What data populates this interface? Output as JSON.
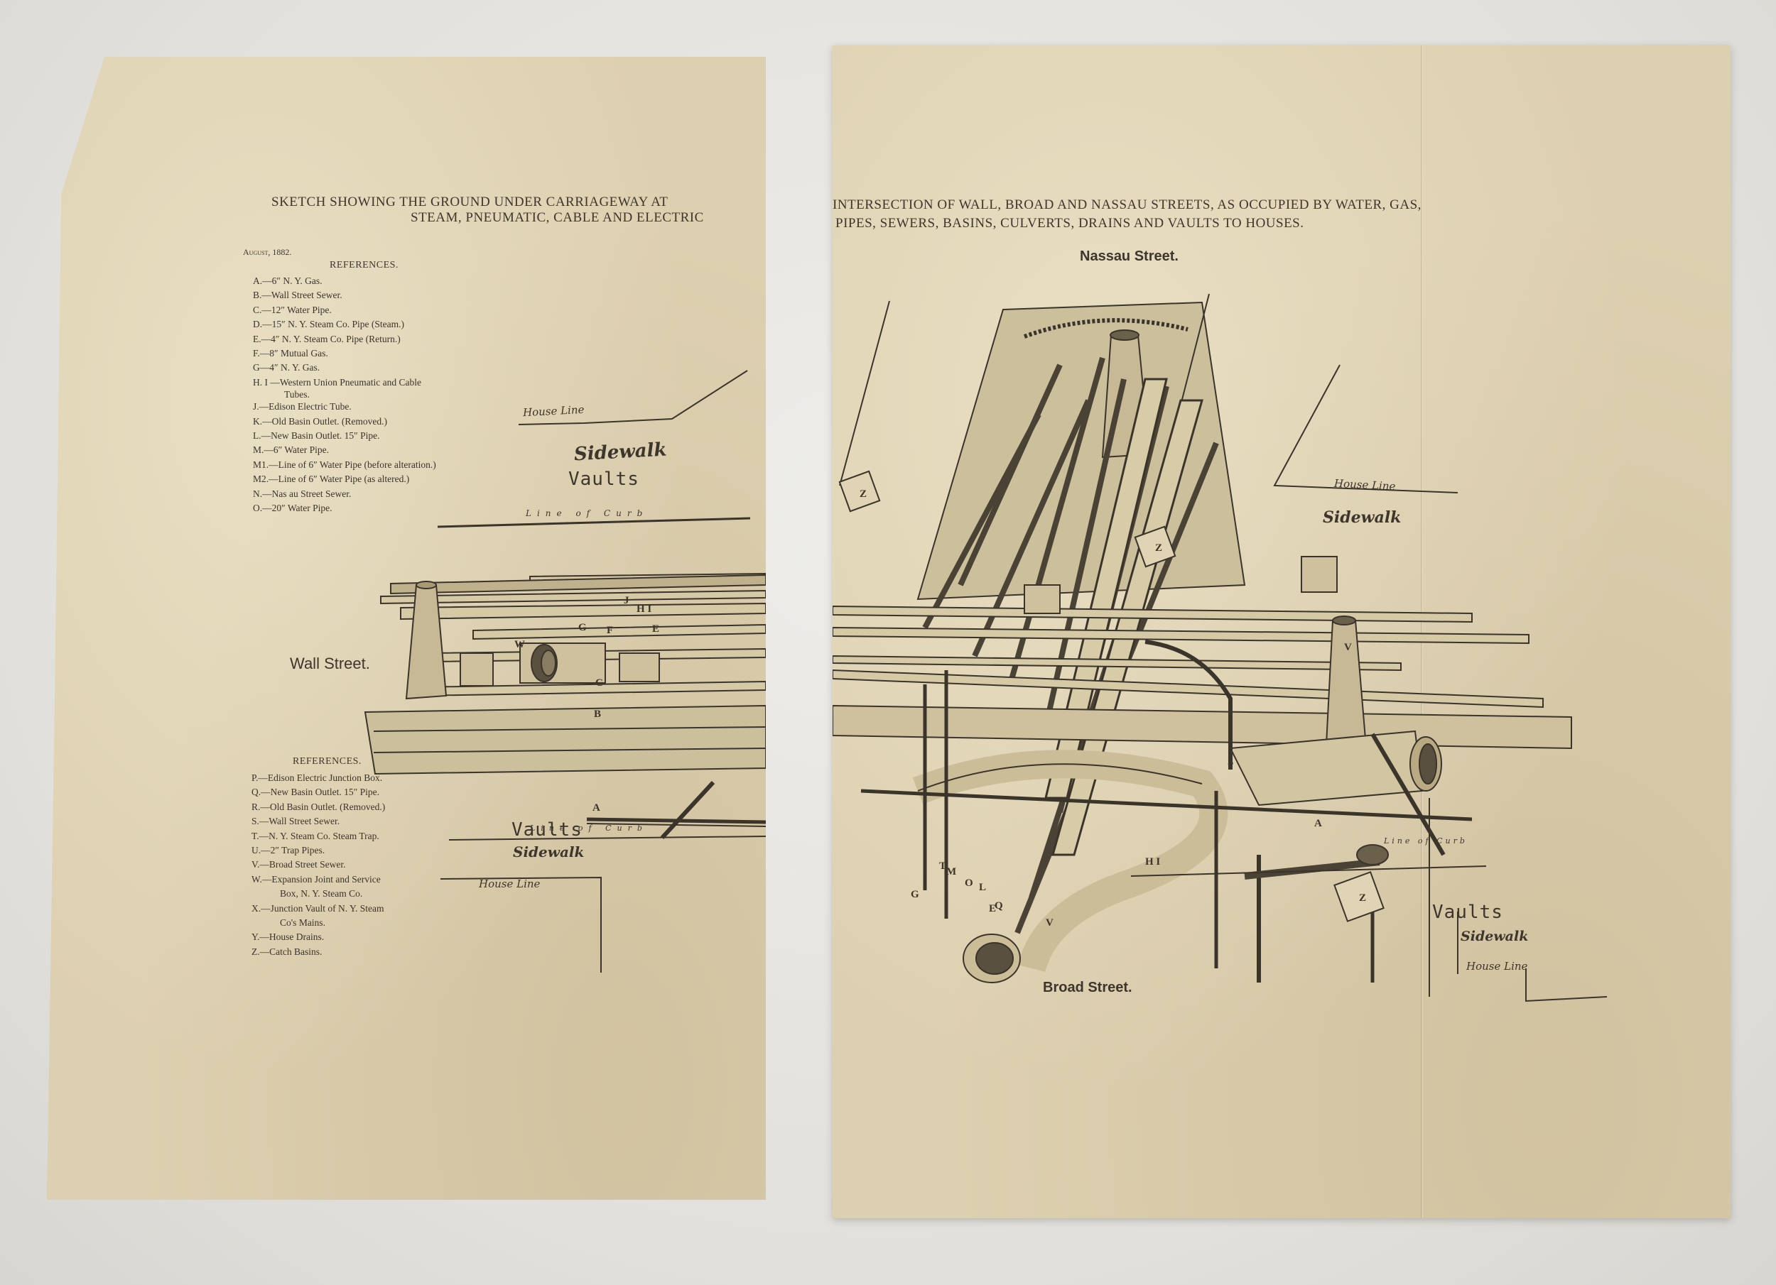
{
  "left_sheet": {
    "title_line1": "SKETCH SHOWING THE GROUND UNDER CARRIAGEWAY AT",
    "title_line2": "STEAM, PNEUMATIC, CABLE AND ELECTRIC",
    "date": "August, 1882.",
    "references_heading": "REFERENCES.",
    "references": [
      "A.—6″ N. Y. Gas.",
      "B.—Wall Street Sewer.",
      "C.—12″ Water Pipe.",
      "D.—15″ N. Y. Steam Co. Pipe (Steam.)",
      "E.—4″ N. Y. Steam Co. Pipe (Return.)",
      "F.—8″ Mutual Gas.",
      "G—4″ N. Y. Gas.",
      "H. I —Western Union Pneumatic and Cable",
      "Tubes.",
      "J.—Edison Electric Tube.",
      "K.—Old Basin Outlet. (Removed.)",
      "L.—New Basin Outlet. 15″ Pipe.",
      "M.—6″ Water Pipe.",
      "M1.—Line of 6″ Water Pipe (before alteration.)",
      "M2.—Line of 6″ Water Pipe (as altered.)",
      "N.—Nas au Street Sewer.",
      "O.—20″ Water Pipe."
    ],
    "references2_heading": "REFERENCES.",
    "references2": [
      "P.—Edison Electric Junction Box.",
      "Q.—New Basin Outlet. 15″ Pipe.",
      "R.—Old Basin Outlet. (Removed.)",
      "S.—Wall Street Sewer.",
      "T.—N. Y. Steam Co. Steam Trap.",
      "U.—2″ Trap Pipes.",
      "V.—Broad Street Sewer.",
      "W.—Expansion Joint and Service",
      "Box, N. Y. Steam Co.",
      "X.—Junction Vault of N. Y. Steam",
      "Co's Mains.",
      "Y.—House Drains.",
      "Z.—Catch Basins."
    ],
    "house_line_top": "House Line",
    "sidewalk_top": "Sidewalk",
    "vaults_top": "Vaults",
    "line_of_curb_top": "Line of Curb",
    "wall_street": "Wall Street.",
    "line_of_curb_bottom": "Line of Curb",
    "vaults_bottom": "Vaults",
    "sidewalk_bottom": "Sidewalk",
    "house_line_bottom": "House Line"
  },
  "right_sheet": {
    "title_line1": "INTERSECTION OF WALL, BROAD AND NASSAU STREETS, AS OCCUPIED BY WATER, GAS,",
    "title_line2": "PIPES, SEWERS, BASINS, CULVERTS, DRAINS AND VAULTS TO HOUSES.",
    "nassau_street": "Nassau Street.",
    "house_line_top": "House Line",
    "sidewalk_top": "Sidewalk",
    "broad_street": "Broad Street.",
    "vaults_bottom": "Vaults",
    "sidewalk_bottom": "Sidewalk",
    "house_line_bottom": "House Line",
    "line_of_curb": "Line of Curb"
  },
  "colors": {
    "paper": "#ddd0b0",
    "ink": "#3d362c",
    "background": "#e6e5e1"
  }
}
